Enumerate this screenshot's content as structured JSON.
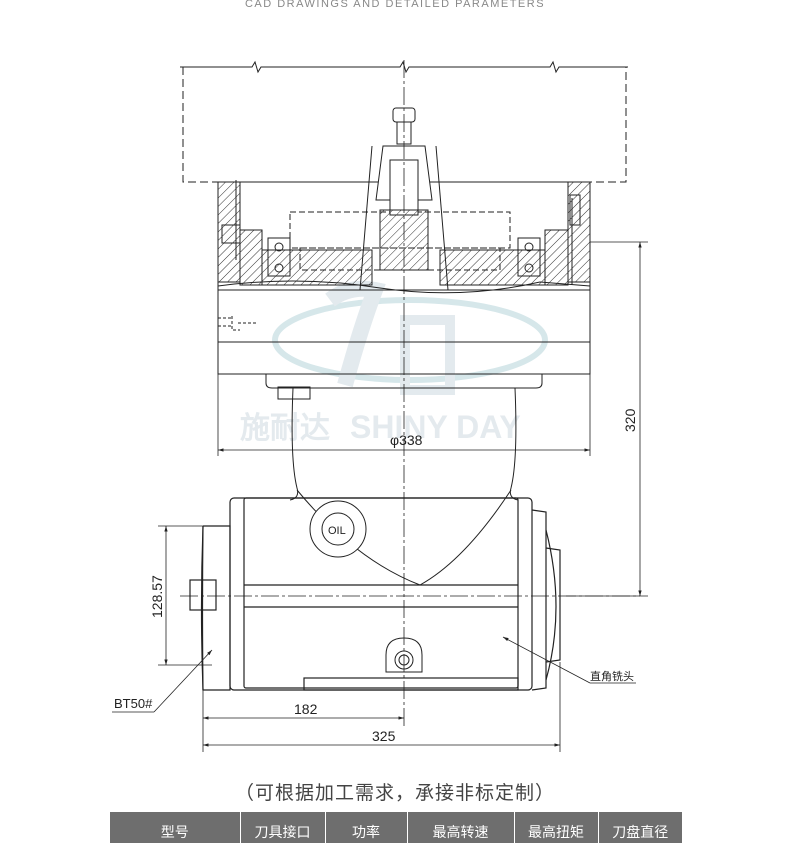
{
  "header": {
    "title": "CAD DRAWINGS AND DETAILED PARAMETERS"
  },
  "drawing": {
    "dim_diameter": "φ338",
    "dim_height": "320",
    "dim_offset": "128.57",
    "dim_half_width": "182",
    "dim_total_width": "325",
    "callout_interface": "BT50#",
    "callout_head": "直角铣头",
    "oil_label": "OIL",
    "watermark_brand_cn": "施耐达",
    "watermark_brand_en": "SHINY DAY"
  },
  "note": "（可根据加工需求，承接非标定制）",
  "table": {
    "headers": [
      "型号",
      "刀具接口",
      "功率",
      "最高转速",
      "最高扭矩",
      "刀盘直径"
    ]
  },
  "colors": {
    "table_header_bg": "#6e6e6e",
    "line": "#222222",
    "watermark": "#dfe8ec"
  }
}
